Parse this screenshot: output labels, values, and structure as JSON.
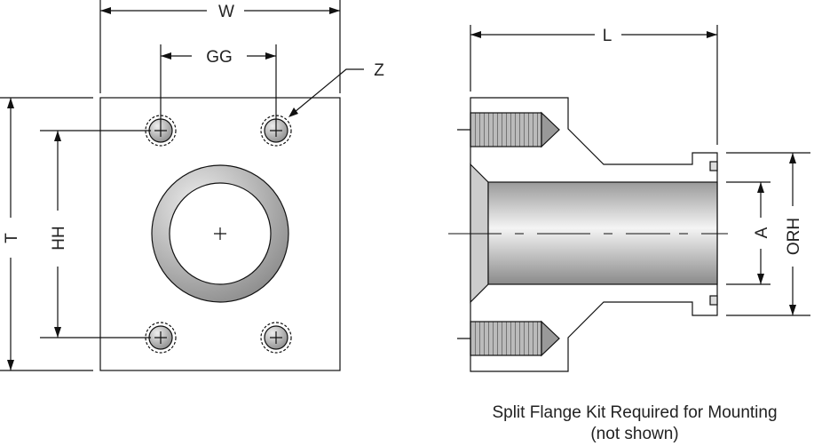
{
  "front_view": {
    "labels": {
      "width": "W",
      "hole_spacing_x": "GG",
      "hole": "Z",
      "height": "T",
      "hole_spacing_y": "HH"
    }
  },
  "side_view": {
    "labels": {
      "length": "L",
      "bore": "A",
      "oring_height": "ORH"
    }
  },
  "caption": {
    "line1": "Split Flange Kit Required for Mounting",
    "line2": "(not shown)"
  }
}
